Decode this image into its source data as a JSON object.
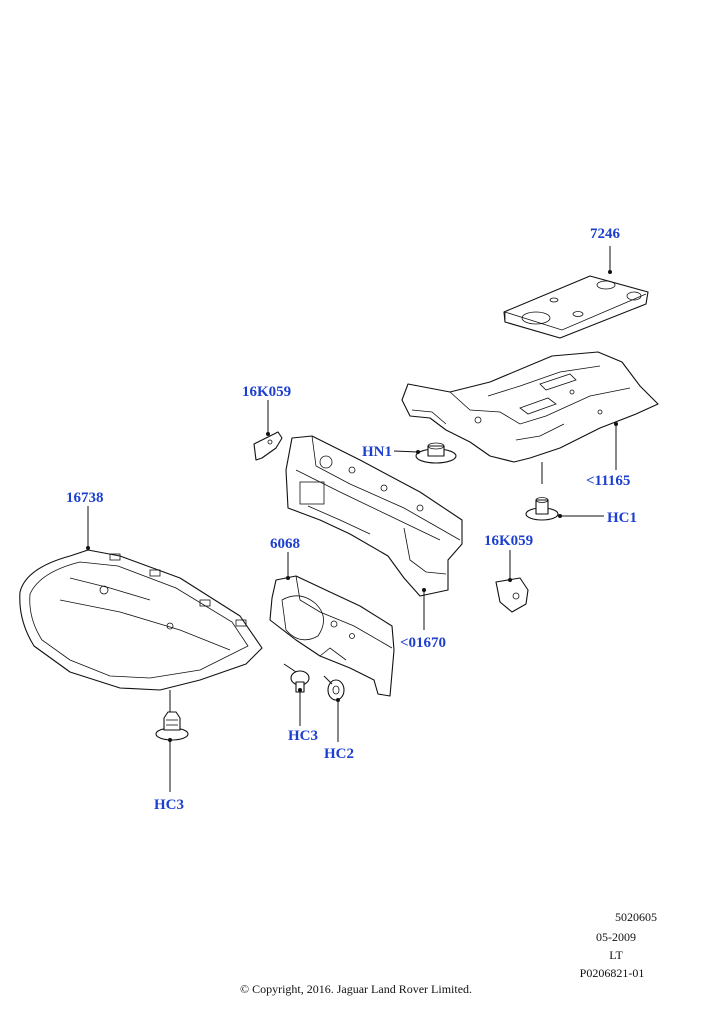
{
  "callouts": [
    {
      "id": "7246",
      "text": "7246"
    },
    {
      "id": "16K059-a",
      "text": "16K059"
    },
    {
      "id": "HN1",
      "text": "HN1"
    },
    {
      "id": "11165",
      "text": "<11165"
    },
    {
      "id": "HC1",
      "text": "HC1"
    },
    {
      "id": "16738",
      "text": "16738"
    },
    {
      "id": "6068",
      "text": "6068"
    },
    {
      "id": "16K059-b",
      "text": "16K059"
    },
    {
      "id": "01670",
      "text": "<01670"
    },
    {
      "id": "HC3-a",
      "text": "HC3"
    },
    {
      "id": "HC2",
      "text": "HC2"
    },
    {
      "id": "HC3-b",
      "text": "HC3"
    }
  ],
  "footer": {
    "code1": "5020605",
    "date": "05-2009",
    "lt": "LT",
    "ref": "P0206821-01",
    "copyright": "© Copyright, 2016. Jaguar Land Rover Limited."
  },
  "colors": {
    "label": "#1c3fd0",
    "line": "#111111"
  }
}
